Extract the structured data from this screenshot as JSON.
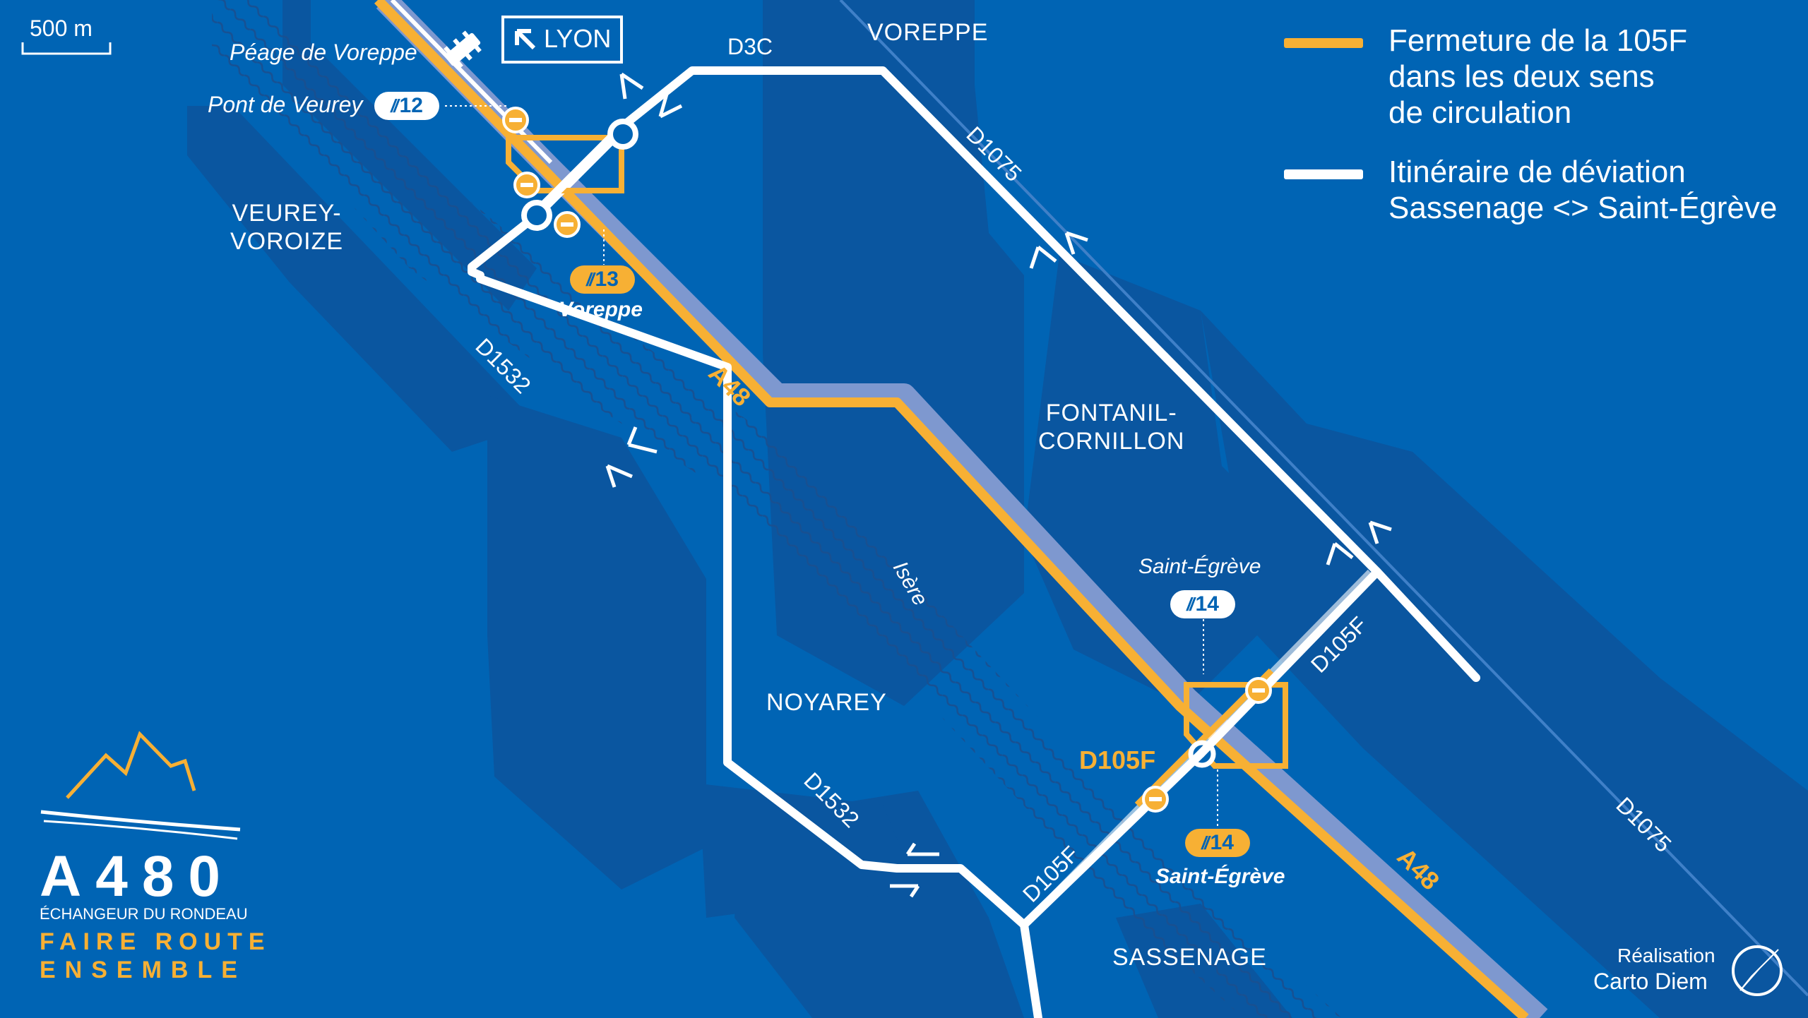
{
  "scale": {
    "label": "500 m"
  },
  "direction_sign": {
    "label": "LYON"
  },
  "places": {
    "voreppe": "VOREPPE",
    "veurey": "VEUREY-\nVOROIZE",
    "fontanil": "FONTANIL-\nCORNILLON",
    "noyarey": "NOYAREY",
    "sassenage": "SASSENAGE",
    "isere": "Isère"
  },
  "roads": {
    "d3c": "D3C",
    "d1075_top": "D1075",
    "d1075_bottom": "D1075",
    "d1532_top": "D1532",
    "d1532_bottom": "D1532",
    "d105f_top": "D105F",
    "d105f_bottom": "D105F",
    "d105f_highlight": "D105F",
    "a48_top": "A48",
    "a48_bottom": "A48"
  },
  "poi": {
    "peage": "Péage de Voreppe",
    "pont_veurey": "Pont de Veurey",
    "voreppe_exit": "Voreppe",
    "st_egreve_top": "Saint-Égrève",
    "st_egreve_bottom": "Saint-Égrève"
  },
  "exits": {
    "e12": "12",
    "e13": "13",
    "e14_top": "14",
    "e14_bottom": "14"
  },
  "legend": {
    "closure": "Fermeture de la 105F\ndans les deux sens\nde circulation",
    "detour": "Itinéraire de déviation\nSassenage <> Saint-Égrève"
  },
  "branding": {
    "title": "A480",
    "subtitle": "ÉCHANGEUR DU RONDEAU",
    "slogan_line1": "FAIRE ROUTE",
    "slogan_line2": "ENSEMBLE"
  },
  "credit": {
    "line1": "Réalisation",
    "line2": "Carto Diem"
  },
  "colors": {
    "background": "#0064B4",
    "urban_zone": "#0A56A0",
    "closure": "#F7B034",
    "detour": "#FFFFFF",
    "motorway_edge": "#7E98CF"
  }
}
